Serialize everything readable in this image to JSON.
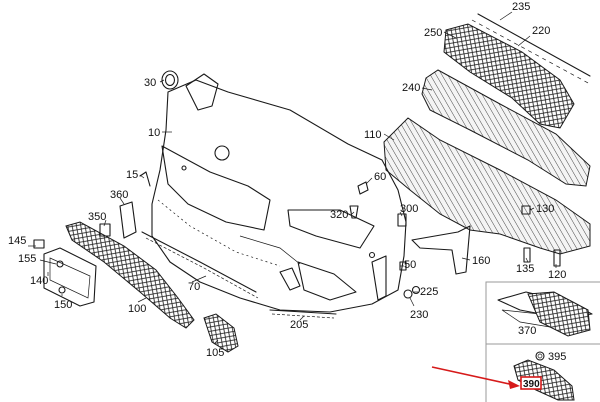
{
  "diagram": {
    "callouts": [
      "235",
      "250",
      "220",
      "240",
      "110",
      "30",
      "10",
      "15",
      "60",
      "320",
      "300",
      "130",
      "360",
      "350",
      "145",
      "155",
      "140",
      "150",
      "100",
      "70",
      "50",
      "225",
      "230",
      "160",
      "135",
      "120",
      "205",
      "105",
      "370",
      "395",
      "390"
    ],
    "highlighted_callout": "390",
    "highlight_color": "#d61a1a",
    "line_color": "#1a1a1a",
    "inset_border_color": "#9a9a9a"
  }
}
